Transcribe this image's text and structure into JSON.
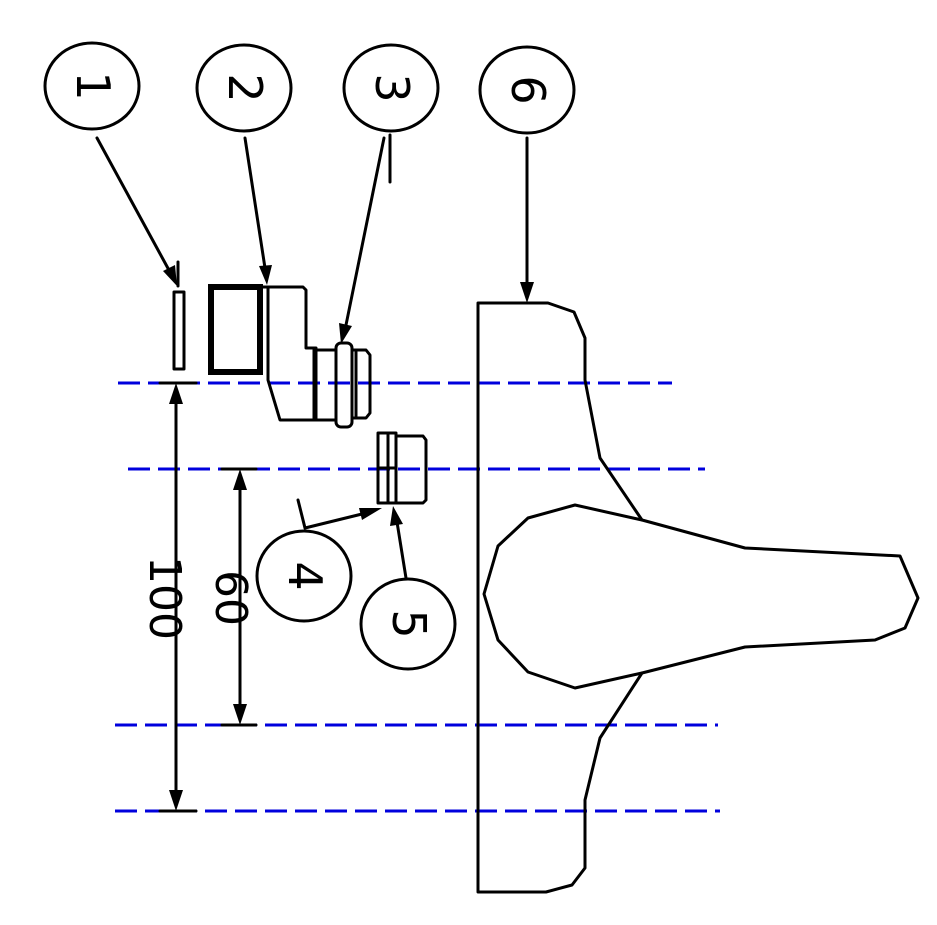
{
  "colors": {
    "outline": "#000000",
    "guide_line": "#0000dd",
    "background": "#ffffff"
  },
  "balloons": [
    {
      "id": "1",
      "text": "1"
    },
    {
      "id": "2",
      "text": "2"
    },
    {
      "id": "3",
      "text": "3"
    },
    {
      "id": "4",
      "text": "4"
    },
    {
      "id": "5",
      "text": "5"
    },
    {
      "id": "6",
      "text": "6"
    }
  ],
  "dimensions": [
    {
      "id": "outer",
      "text": "100"
    },
    {
      "id": "inner",
      "text": "60"
    }
  ],
  "guide_line_count": 4
}
